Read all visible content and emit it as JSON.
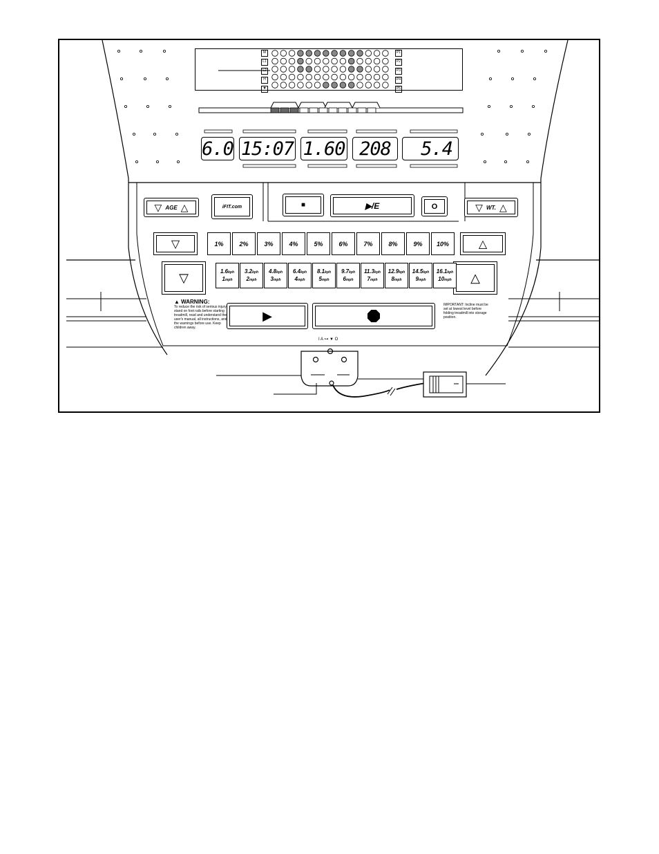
{
  "console": {
    "displays": {
      "incline": "6.0",
      "time": "15:07",
      "distance": "1.60",
      "pulse": "208",
      "speed": "5.4"
    },
    "matrix_labels_left": [
      "M",
      "L1",
      "L2",
      "H",
      "heart"
    ],
    "matrix_labels_right": [
      "P1",
      "P2",
      "P3",
      "P4",
      "P5"
    ],
    "matrix_active": [
      [
        3,
        4,
        5,
        6,
        7,
        8,
        9,
        10
      ],
      [
        3,
        9
      ],
      [
        3,
        4,
        9,
        10
      ],
      [],
      [
        6,
        7,
        8,
        9
      ]
    ],
    "age_label": "AGE",
    "wt_label": "WT.",
    "logo_label": "iFIT.com",
    "stop_symbol": "■",
    "start_enter_label": "▶/E",
    "incline_keys": [
      "1%",
      "2%",
      "3%",
      "4%",
      "5%",
      "6%",
      "7%",
      "8%",
      "9%",
      "10%"
    ],
    "speed_keys": [
      {
        "kph": "1.6",
        "mph": "1"
      },
      {
        "kph": "3.2",
        "mph": "2"
      },
      {
        "kph": "4.8",
        "mph": "3"
      },
      {
        "kph": "6.4",
        "mph": "4"
      },
      {
        "kph": "8.1",
        "mph": "5"
      },
      {
        "kph": "9.7",
        "mph": "6"
      },
      {
        "kph": "11.3",
        "mph": "7"
      },
      {
        "kph": "12.9",
        "mph": "8"
      },
      {
        "kph": "14.5",
        "mph": "9"
      },
      {
        "kph": "16.1",
        "mph": "10"
      }
    ],
    "kph_unit": "kph",
    "mph_unit": "mph",
    "warning_title": "▲ WARNING:",
    "warning_text": "To reduce the risk of serious injury, stand on foot rails before starting treadmill, read and understand the user's manual, all instructions, and the warnings before use. Keep children away.",
    "important_text": "IMPORTANT: Incline must be set at lowest level before folding treadmill into storage position.",
    "key_indicator": "I A ⊶ ▼ O"
  }
}
